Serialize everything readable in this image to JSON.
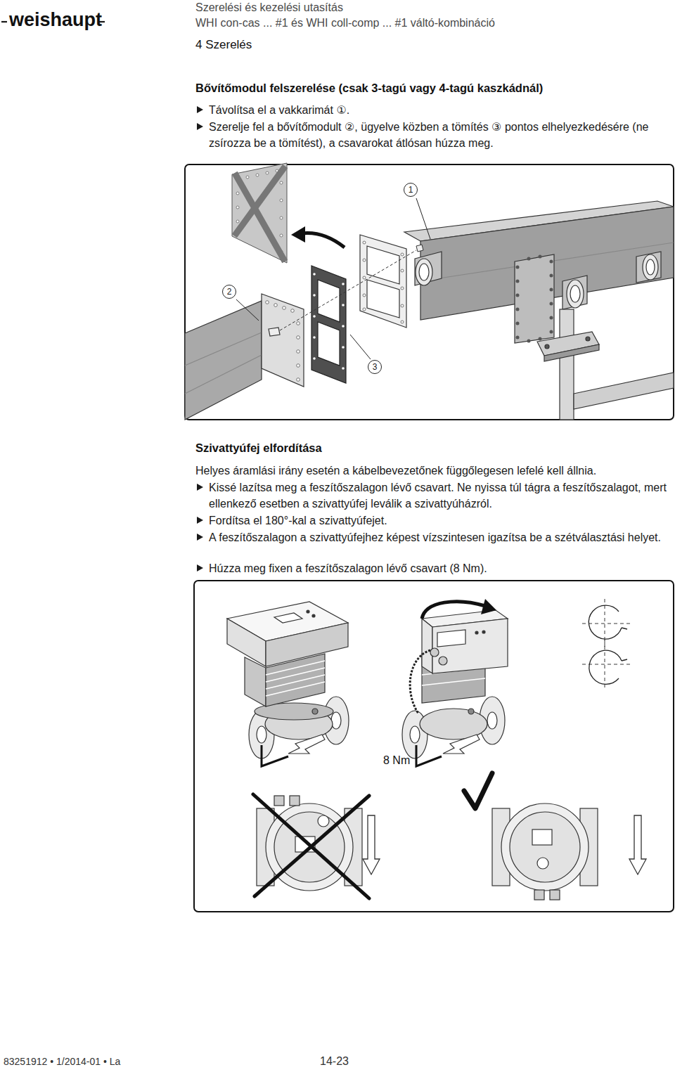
{
  "diagram": {
    "labels": [
      "weishaupt",
      "Szerelési és kezelési utasítás",
      "WHI con-cas ... #1 és WHI coll-comp ... #1 váltó-kombináció",
      "4 Szerelés",
      "Bővítőmodul felszerelése (csak 3-tagú vagy 4-tagú kaszkádnál)",
      "Távolítsa el a vakkarimát ①.",
      "Szerelje fel a bővítőmodult ②, ügyelve közben a tömítés ③ pontos elhelyezkedésére (ne zsírozza be a tömítést), a csavarokat átlósan húzza meg.",
      "1",
      "2",
      "3",
      "Szivattyúfej elfordítása",
      "Helyes áramlási irány esetén a kábelbevezetőnek függőlegesen lefelé kell állnia.",
      "Kissé lazítsa meg a feszítőszalagon lévő csavart. Ne nyissa túl tágra a feszítőszalagot, mert ellenkező esetben a szivattyúfej leválik a szivattyúházról.",
      "Fordítsa el 180°-kal a szivattyúfejet.",
      "A feszítőszalagon a szivattyúfejhez képest vízszintesen igazítsa be a szétválasztási helyet.",
      "Húzza meg fixen a feszítőszalagon lévő csavart (8 Nm).",
      "8 Nm",
      "83251912 • 1/2014-01 • La",
      "14-23"
    ]
  }
}
